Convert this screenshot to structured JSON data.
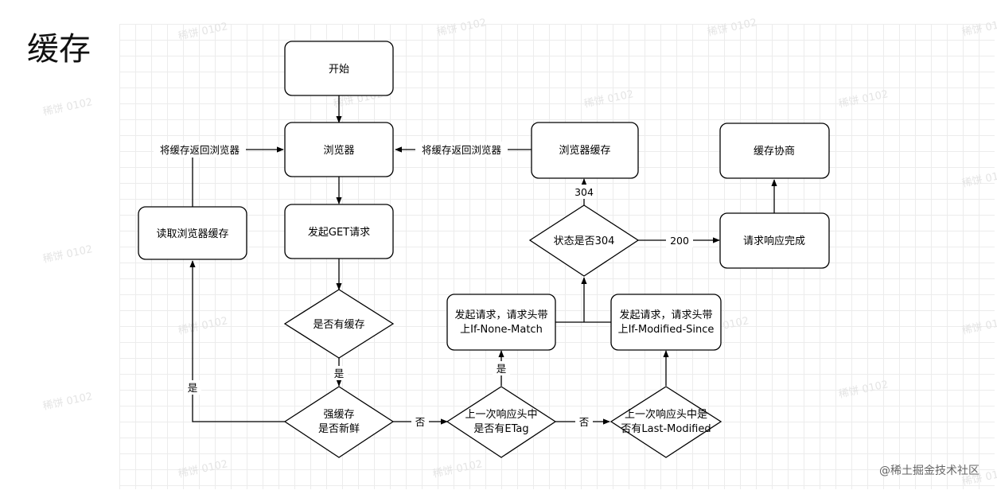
{
  "heading": "缓存",
  "credit": "@稀土掘金技术社区",
  "watermark": "稀饼 0102",
  "nodes": {
    "start": "开始",
    "browser": "浏览器",
    "send_get": "发起GET请求",
    "has_cache": "是否有缓存",
    "strong_cache": [
      "强缓存",
      "是否新鲜"
    ],
    "read_cache": "读取浏览器缓存",
    "etag_check": [
      "上一次响应头中",
      "是否有ETag"
    ],
    "last_modified_check": [
      "上一次响应头中是",
      "否有Last-Modified"
    ],
    "send_if_none_match": [
      "发起请求，请求头带",
      "上If-None-Match"
    ],
    "send_if_modified_since": [
      "发起请求，请求头带",
      "上If-Modified-Since"
    ],
    "status_304": "状态是否304",
    "browser_cache": "浏览器缓存",
    "request_done": "请求响应完成",
    "negotiate_cache": "缓存协商"
  },
  "edges": {
    "return_to_browser_left": "将缓存返回浏览器",
    "return_to_browser_mid": "将缓存返回浏览器",
    "yes_has_cache": "是",
    "yes_fresh": "是",
    "no_fresh": "否",
    "yes_etag": "是",
    "no_etag": "否",
    "code_304": "304",
    "code_200": "200"
  }
}
